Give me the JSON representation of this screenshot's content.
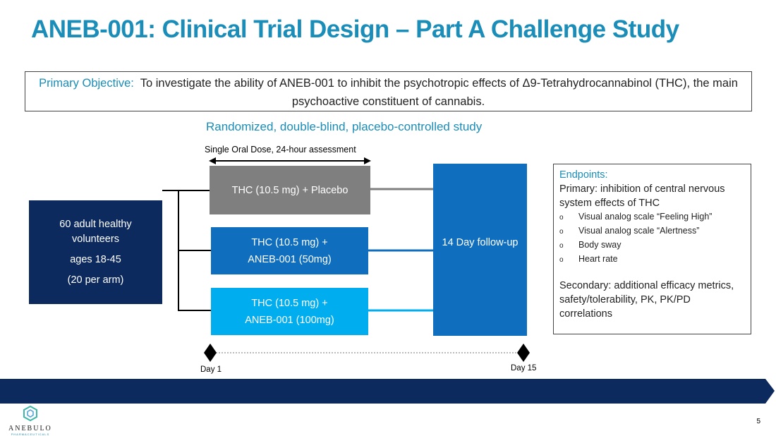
{
  "title": "ANEB-001: Clinical Trial Design – Part A Challenge Study",
  "objective": {
    "label": "Primary Objective:",
    "text": "To investigate the ability of ANEB-001 to inhibit the psychotropic effects of Δ9-Tetrahydrocannabinol (THC), the main psychoactive constituent of cannabis."
  },
  "design": "Randomized, double-blind, placebo-controlled study",
  "dose_label": "Single Oral Dose, 24-hour assessment",
  "volunteers": {
    "line1": "60 adult healthy volunteers",
    "line2": "ages 18-45",
    "line3": "(20 per arm)"
  },
  "arms": [
    {
      "line1": "THC (10.5 mg) + Placebo",
      "line2": ""
    },
    {
      "line1": "THC (10.5 mg) +",
      "line2": "ANEB-001 (50mg)"
    },
    {
      "line1": "THC (10.5 mg) +",
      "line2": "ANEB-001 (100mg)"
    }
  ],
  "followup": "14 Day follow-up",
  "endpoints": {
    "heading": "Endpoints:",
    "primary": "Primary: inhibition of central nervous system effects of THC",
    "bullets": [
      "Visual analog scale “Feeling High”",
      "Visual analog scale “Alertness”",
      "Body sway",
      "Heart rate"
    ],
    "secondary": "Secondary: additional efficacy metrics, safety/tolerability, PK, PK/PD correlations"
  },
  "timeline": {
    "start": "Day 1",
    "end": "Day 15"
  },
  "logo": {
    "name": "ANEBULO",
    "sub": "PHARMACEUTICALS"
  },
  "page_number": "5",
  "colors": {
    "accent": "#1a8db8",
    "navy": "#0d2a5e",
    "gray": "#7f7f7f",
    "blue": "#0f6ebd",
    "light_blue": "#00aeef"
  }
}
